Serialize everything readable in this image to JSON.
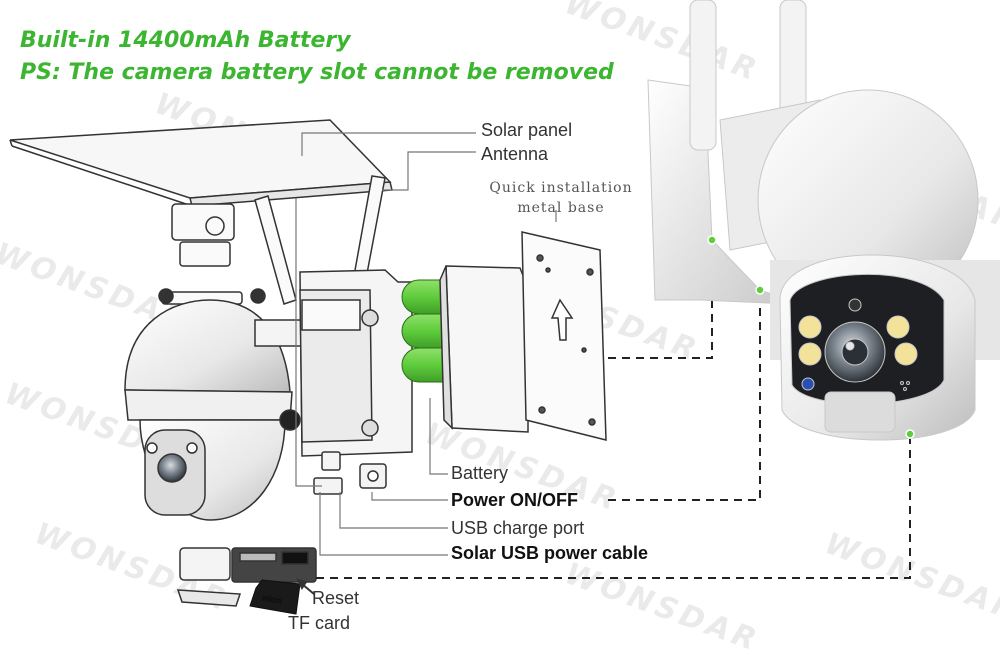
{
  "headline": {
    "line1": "Built-in 14400mAh Battery",
    "line2": "PS: The camera battery slot cannot be removed"
  },
  "labels": {
    "solar_panel": "Solar panel",
    "antenna": "Antenna",
    "quick_install_line1": "Quick installation",
    "quick_install_line2": "metal base",
    "battery": "Battery",
    "power_switch": "Power ON/OFF",
    "usb_port": "USB charge port",
    "solar_cable": "Solar USB power cable",
    "reset": "Reset",
    "tf_card": "TF card"
  },
  "watermark": "WONSDAR",
  "colors": {
    "accent_green": "#3cb531",
    "battery_green": "#5fcc3c",
    "leader_gray": "#777777",
    "dashed_line": "#222222"
  }
}
